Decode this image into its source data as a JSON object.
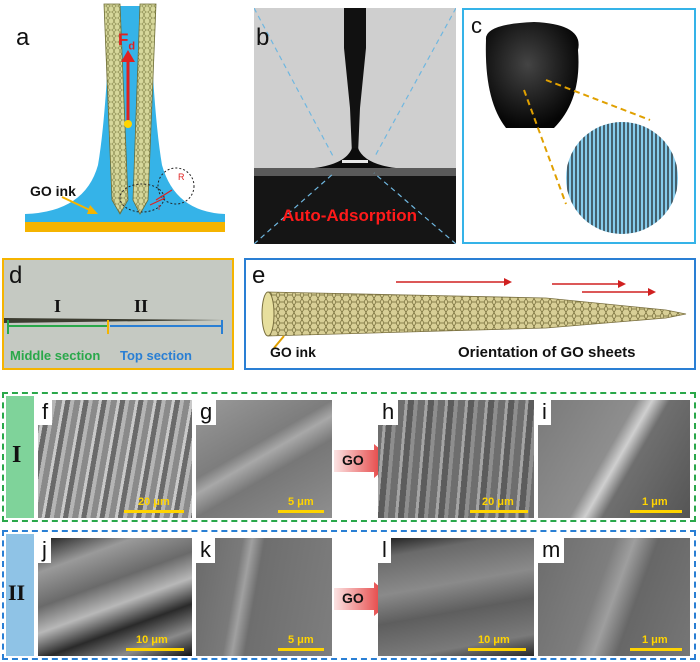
{
  "panels": {
    "a": {
      "label": "a",
      "force": "F",
      "force_sub": "d",
      "ink": "GO ink",
      "r_label": "R",
      "r2_label": "r"
    },
    "b": {
      "label": "b",
      "caption": "Auto-Adsorption"
    },
    "c": {
      "label": "c"
    },
    "d": {
      "label": "d",
      "sec1": "I",
      "sec2": "II",
      "middle": "Middle section",
      "top": "Top section"
    },
    "e": {
      "label": "e",
      "ink": "GO ink",
      "orientation": "Orientation of GO sheets"
    },
    "row1": {
      "roman": "I",
      "arrow": "GO",
      "f": {
        "label": "f",
        "scale": "20 μm"
      },
      "g": {
        "label": "g",
        "scale": "5 μm"
      },
      "h": {
        "label": "h",
        "scale": "20 μm"
      },
      "i": {
        "label": "i",
        "scale": "1 μm"
      }
    },
    "row2": {
      "roman": "II",
      "arrow": "GO",
      "j": {
        "label": "j",
        "scale": "10 μm"
      },
      "k": {
        "label": "k",
        "scale": "5 μm"
      },
      "l": {
        "label": "l",
        "scale": "10 μm"
      },
      "m": {
        "label": "m",
        "scale": "1 μm"
      }
    }
  },
  "colors": {
    "ink_blue": "#35b3e8",
    "fiber": "#c8c98a",
    "red": "#e02020",
    "green": "#2aa84a",
    "blue": "#2a7fd4",
    "yellow": "#ffd400",
    "row1_bg": "#7fd39a",
    "row2_bg": "#8fc3e6"
  }
}
